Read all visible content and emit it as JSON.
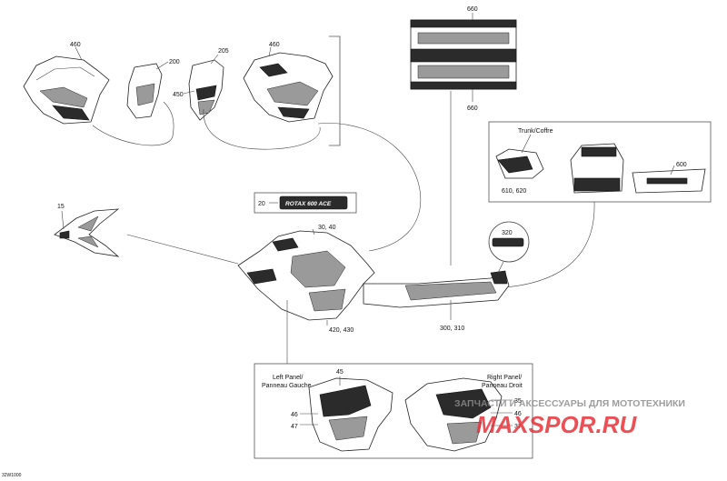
{
  "labels": {
    "p460a": "460",
    "p200": "200",
    "p205": "205",
    "p460b": "460",
    "p450": "450",
    "p660a": "660",
    "p660b": "660",
    "p15": "15",
    "p20": "20",
    "rotax_decal": "ROTAX 600 ACE",
    "p3040": "30, 40",
    "p420430": "420, 430",
    "trunk": "Trunk/Coffre",
    "p600": "600",
    "p610620": "610, 620",
    "p320": "320",
    "p300310": "300, 310",
    "left_panel_1": "Left Panel/",
    "left_panel_2": "Panneau Gauche",
    "p45": "45",
    "p46a": "46",
    "p47a": "47",
    "right_panel_1": "Right Panel/",
    "right_panel_2": "Panneau Droit",
    "p35": "35",
    "p46b": "46",
    "p37": "37",
    "code": "32W1000"
  },
  "watermark": {
    "line1": "ЗАПЧАСТИ И АКСЕССУАРЫ ДЛЯ МОТОТЕХНИКИ",
    "line2": "MAXSPOR.RU",
    "color": "#e8323a"
  }
}
